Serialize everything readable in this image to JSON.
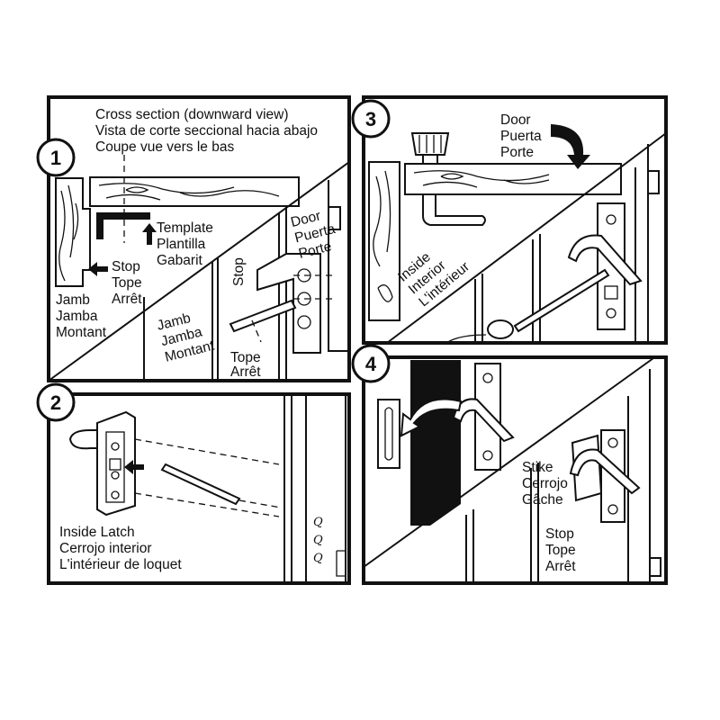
{
  "steps": [
    {
      "number": "1",
      "cross_section": [
        "Cross section (downward view)",
        "Vista de corte seccional hacia abajo",
        "Coupe vue vers le bas"
      ],
      "template": [
        "Template",
        "Plantilla",
        "Gabarit"
      ],
      "stop_arrow": [
        "Stop",
        "Tope",
        "Arrêt"
      ],
      "jamb_left": [
        "Jamb",
        "Jamba",
        "Montant"
      ],
      "jamb_lower": [
        "Jamb",
        "Jamba",
        "Montant"
      ],
      "stop_vertical": "Stop",
      "door": [
        "Door",
        "Puerta",
        "Porte"
      ],
      "stop_lower": [
        "Tope",
        "Arrêt"
      ]
    },
    {
      "number": "2",
      "inside_latch": [
        "Inside Latch",
        "Cerrojo interior",
        "L'intérieur de loquet"
      ],
      "screw_marks": [
        "Q",
        "Q",
        "Q"
      ]
    },
    {
      "number": "3",
      "door": [
        "Door",
        "Puerta",
        "Porte"
      ],
      "inside": [
        "Inside",
        "Interior",
        "L'intérieur"
      ]
    },
    {
      "number": "4",
      "strike": [
        "Stike",
        "Cerrojo",
        "Gâche"
      ],
      "stop": [
        "Stop",
        "Tope",
        "Arrêt"
      ]
    }
  ]
}
